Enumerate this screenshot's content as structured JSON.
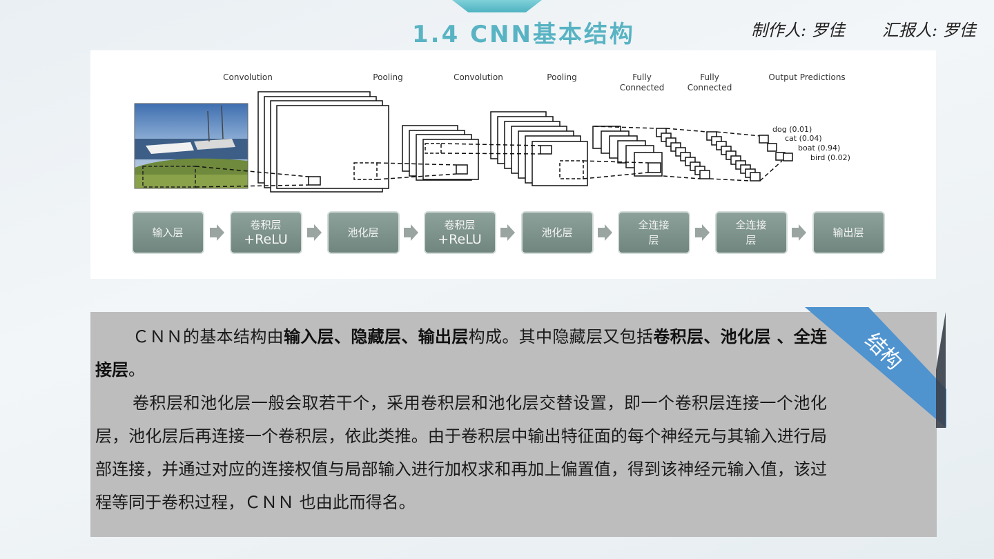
{
  "header": {
    "title": "1.4 CNN基本结构",
    "maker": "制作人: 罗佳",
    "reporter": "汇报人: 罗佳"
  },
  "figure": {
    "stage_labels": {
      "conv1": "Convolution",
      "pool1": "Pooling",
      "conv2": "Convolution",
      "pool2": "Pooling",
      "fc1_line1": "Fully",
      "fc1_line2": "Connected",
      "fc2_line1": "Fully",
      "fc2_line2": "Connected",
      "output": "Output Predictions"
    },
    "predictions": [
      "dog (0.01)",
      "cat (0.04)",
      "boat (0.94)",
      "bird (0.02)"
    ],
    "flow": [
      {
        "line1": "输入层",
        "line2": ""
      },
      {
        "line1": "卷积层",
        "line2": "+ReLU"
      },
      {
        "line1": "池化层",
        "line2": ""
      },
      {
        "line1": "卷积层",
        "line2": "+ReLU"
      },
      {
        "line1": "池化层",
        "line2": ""
      },
      {
        "line1": "全连接",
        "line2": "层"
      },
      {
        "line1": "全连接",
        "line2": "层"
      },
      {
        "line1": "输出层",
        "line2": ""
      }
    ]
  },
  "body": {
    "p1_a": "ＣＮＮ的基本结构由",
    "p1_b": "输入层、隐藏层、输出层",
    "p1_c": "构成。其中隐藏层又包括",
    "p1_d": "卷积层、池化层 、全连接层",
    "p1_e": "。",
    "p2": "卷积层和池化层一般会取若干个，采用卷积层和池化层交替设置，即一个卷积层连接一个池化层，池化层后再连接一个卷积层，依此类推。由于卷积层中输出特征面的每个神经元与其输入进行局部连接，并通过对应的连接权值与局部输入进行加权求和再加上偏置值，得到该神经元输入值，该过程等同于卷积过程，ＣＮＮ 也由此而得名。"
  },
  "ribbon": {
    "label": "结构",
    "color": "#4f93cf"
  }
}
